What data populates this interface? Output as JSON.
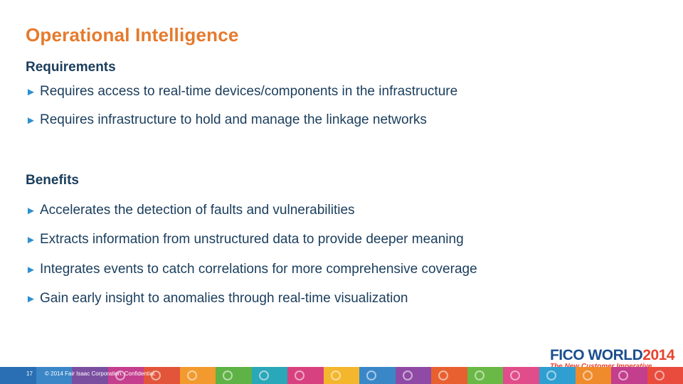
{
  "slide": {
    "title": "Operational Intelligence",
    "sections": [
      {
        "heading": "Requirements",
        "bullets": [
          "Requires access to real-time devices/components in the infrastructure",
          "Requires infrastructure to hold and manage the linkage networks"
        ]
      },
      {
        "heading": "Benefits",
        "bullets": [
          "Accelerates the detection of faults and vulnerabilities",
          "Extracts information from unstructured data to provide deeper meaning",
          "Integrates events to catch correlations for more comprehensive coverage",
          "Gain early insight to anomalies through real-time visualization"
        ]
      }
    ]
  },
  "bullet_icon": "right-triangle-arrow-icon",
  "logo": {
    "main": "FICO WORLD",
    "year": "2014",
    "tagline": "The New Customer Imperative"
  },
  "footer": {
    "page_number": "17",
    "copyright": "© 2014 Fair Isaac Corporation. Confidential."
  },
  "colors": {
    "title": "#e57a2d",
    "body_text": "#1a3d5c",
    "bullet": "#2e8fd0",
    "logo_blue": "#1b4f8f",
    "logo_red": "#e8432e"
  }
}
